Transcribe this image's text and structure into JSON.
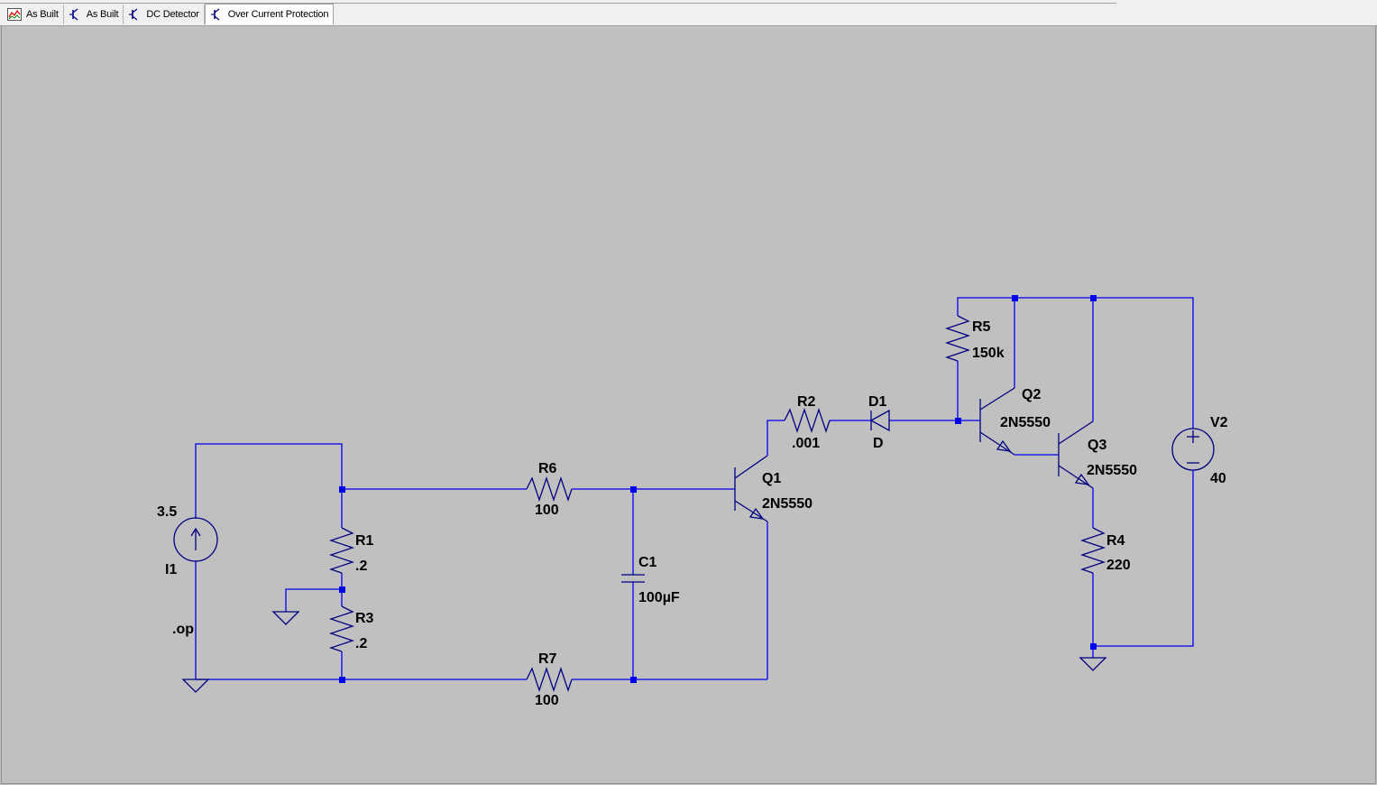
{
  "tabs": [
    {
      "label": "As Built",
      "icon": "waveform-plot-icon",
      "active": false
    },
    {
      "label": "As Built",
      "icon": "schematic-icon",
      "active": false
    },
    {
      "label": "DC Detector",
      "icon": "schematic-icon",
      "active": false
    },
    {
      "label": "Over Current Protection",
      "icon": "schematic-icon",
      "active": true
    }
  ],
  "schematic": {
    "I1": {
      "name": "I1",
      "value": "3.5"
    },
    "directive": ".op",
    "R1": {
      "name": "R1",
      "value": ".2"
    },
    "R3": {
      "name": "R3",
      "value": ".2"
    },
    "R6": {
      "name": "R6",
      "value": "100"
    },
    "R7": {
      "name": "R7",
      "value": "100"
    },
    "C1": {
      "name": "C1",
      "value": "100µF"
    },
    "Q1": {
      "name": "Q1",
      "value": "2N5550"
    },
    "R2": {
      "name": "R2",
      "value": ".001"
    },
    "D1": {
      "name": "D1",
      "value": "D"
    },
    "R5": {
      "name": "R5",
      "value": "150k"
    },
    "Q2": {
      "name": "Q2",
      "value": "2N5550"
    },
    "Q3": {
      "name": "Q3",
      "value": "2N5550"
    },
    "R4": {
      "name": "R4",
      "value": "220"
    },
    "V2": {
      "name": "V2",
      "value": "40"
    }
  },
  "colors": {
    "wire": "#0000ee",
    "component": "#000080",
    "background": "#c0c0c0"
  }
}
